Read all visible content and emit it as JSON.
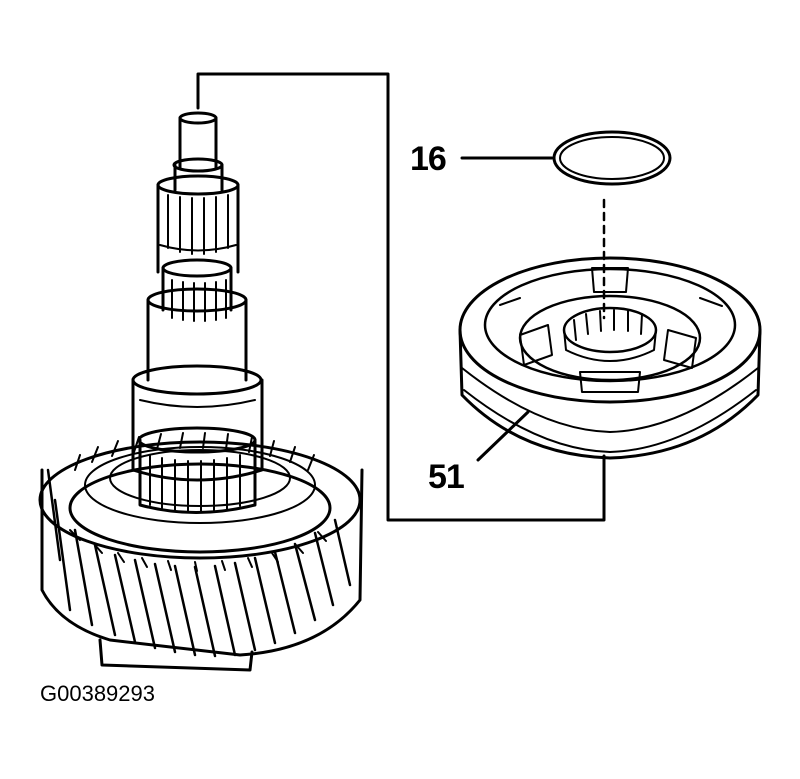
{
  "callouts": {
    "snap_ring": "16",
    "synchronizer": "51"
  },
  "figure_id": "G00389293",
  "colors": {
    "ink": "#000000",
    "paper": "#ffffff"
  }
}
